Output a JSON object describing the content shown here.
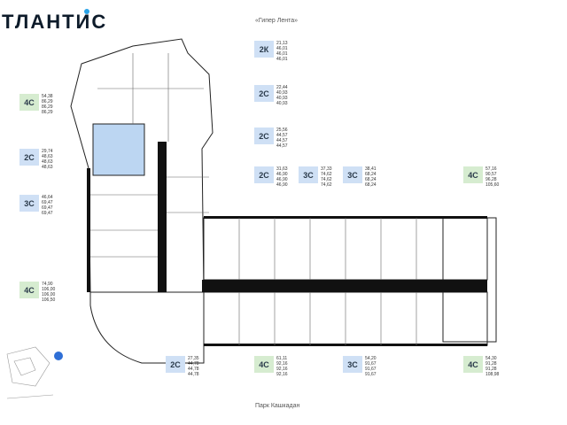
{
  "brand": {
    "name": "ТЛАНТИС",
    "dot_color": "#29a3e8"
  },
  "labels": {
    "top_street": "«Гипер Лента»",
    "bottom_park": "Парк Кашкадан"
  },
  "colors": {
    "blue": "#cfe0f5",
    "green": "#d6ecd0",
    "wall": "#111111",
    "highlight": "#bcd6f2"
  },
  "units": [
    {
      "type": "2К",
      "color": "blue",
      "values": [
        "21,13",
        "46,01",
        "46,01",
        "46,01"
      ]
    },
    {
      "type": "2С",
      "color": "blue",
      "values": [
        "22,44",
        "40,93",
        "40,93",
        "40,93"
      ]
    },
    {
      "type": "2С",
      "color": "blue",
      "values": [
        "25,56",
        "44,57",
        "44,57",
        "44,57"
      ]
    },
    {
      "type": "2С",
      "color": "blue",
      "values": [
        "31,63",
        "46,90",
        "46,90",
        "46,90"
      ]
    },
    {
      "type": "3С",
      "color": "blue",
      "values": [
        "37,33",
        "74,62",
        "74,62",
        "74,62"
      ]
    },
    {
      "type": "3С",
      "color": "blue",
      "values": [
        "38,41",
        "68,24",
        "68,24",
        "68,24"
      ]
    },
    {
      "type": "4С",
      "color": "green",
      "values": [
        "57,16",
        "90,57",
        "96,28",
        "105,60"
      ]
    },
    {
      "type": "4С",
      "color": "green",
      "values": [
        "54,38",
        "86,29",
        "86,29",
        "86,29"
      ]
    },
    {
      "type": "2С",
      "color": "blue",
      "values": [
        "29,74",
        "48,63",
        "48,63",
        "48,63"
      ]
    },
    {
      "type": "3С",
      "color": "blue",
      "values": [
        "46,64",
        "69,47",
        "69,47",
        "69,47"
      ]
    },
    {
      "type": "4С",
      "color": "green",
      "values": [
        "74,90",
        "106,00",
        "106,00",
        "106,50"
      ]
    },
    {
      "type": "2С",
      "color": "blue",
      "values": [
        "27,35",
        "44,78",
        "44,78",
        "44,78"
      ]
    },
    {
      "type": "4С",
      "color": "green",
      "values": [
        "61,11",
        "92,16",
        "92,16",
        "92,16"
      ]
    },
    {
      "type": "3С",
      "color": "blue",
      "values": [
        "54,20",
        "91,67",
        "91,67",
        "91,67"
      ]
    },
    {
      "type": "4С",
      "color": "green",
      "values": [
        "54,30",
        "91,28",
        "91,28",
        "108,98"
      ]
    }
  ]
}
